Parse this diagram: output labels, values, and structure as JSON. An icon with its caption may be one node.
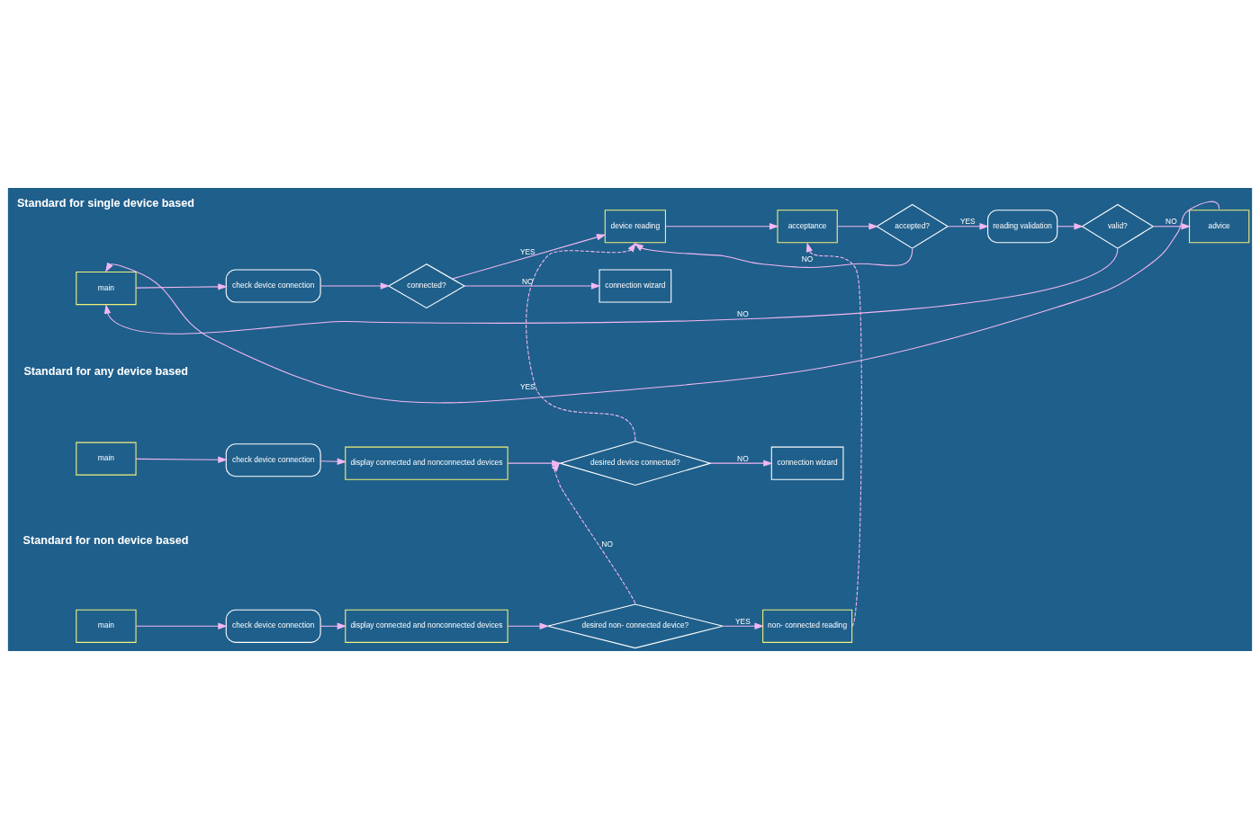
{
  "diagram": {
    "nodes": [
      {
        "text": [
          "main"
        ]
      },
      {
        "text": [
          "check device connection"
        ]
      },
      {
        "text": [
          "connected?"
        ]
      },
      {
        "text": [
          "device reading"
        ]
      },
      {
        "text": [
          "connection wizard"
        ]
      },
      {
        "text": [
          "acceptance"
        ]
      },
      {
        "text": [
          "accepted?"
        ]
      },
      {
        "text": [
          "reading validation"
        ]
      },
      {
        "text": [
          "valid?"
        ]
      },
      {
        "text": [
          "advice"
        ]
      },
      {
        "text": [
          "main"
        ]
      },
      {
        "text": [
          "check device connection"
        ]
      },
      {
        "text": [
          "display connected and nonconnected devices"
        ]
      },
      {
        "text": [
          "desired device connected?"
        ]
      },
      {
        "text": [
          "connection wizard"
        ]
      },
      {
        "text": [
          "main"
        ]
      },
      {
        "text": [
          "check device connection"
        ]
      },
      {
        "text": [
          "display connected and nonconnected devices"
        ]
      },
      {
        "text": [
          "desired non- connected device?"
        ]
      },
      {
        "text": [
          "non- connected reading"
        ]
      }
    ],
    "edges": [
      {
        "from": 0,
        "to": 1,
        "arrow": "to"
      },
      {
        "from": 1,
        "to": 2,
        "arrow": "to"
      },
      {
        "from": 2,
        "to": 3,
        "arrow": "to",
        "label": "YES"
      },
      {
        "from": 2,
        "to": 4,
        "arrow": "to",
        "label": "NO"
      },
      {
        "from": 3,
        "to": 5,
        "arrow": "to"
      },
      {
        "from": 5,
        "to": 6,
        "arrow": "to"
      },
      {
        "from": 6,
        "to": 7,
        "arrow": "to",
        "label": "YES"
      },
      {
        "from": 6,
        "to": 3,
        "arrow": "to",
        "label": "NO"
      },
      {
        "from": 7,
        "to": 8,
        "arrow": "to"
      },
      {
        "from": 8,
        "to": 9,
        "arrow": "to",
        "label": "NO"
      },
      {
        "from": 9,
        "to": 0,
        "arrow": "to"
      },
      {
        "from": 8,
        "to": 0,
        "arrow": "to",
        "label": "NO"
      },
      {
        "from": 10,
        "to": 11,
        "arrow": "to"
      },
      {
        "from": 11,
        "to": 12,
        "arrow": "to"
      },
      {
        "from": 12,
        "to": 13,
        "arrow": "to"
      },
      {
        "from": 13,
        "to": 14,
        "arrow": "to",
        "label": "NO"
      },
      {
        "from": 13,
        "to": 3,
        "arrow": "to",
        "label": "YES",
        "style": "dashed"
      },
      {
        "from": 15,
        "to": 16,
        "arrow": "to"
      },
      {
        "from": 16,
        "to": 17,
        "arrow": "to"
      },
      {
        "from": 17,
        "to": 18,
        "arrow": "to"
      },
      {
        "from": 18,
        "to": 19,
        "arrow": "to",
        "label": "YES"
      },
      {
        "from": 18,
        "to": 13,
        "arrow": "to",
        "label": "NO",
        "style": "dashed"
      },
      {
        "from": 19,
        "to": 5,
        "arrow": "to",
        "style": "dashed"
      }
    ],
    "labels": [
      "Standard for single device based",
      "Standard for any device based",
      "Standard for non device based"
    ]
  }
}
